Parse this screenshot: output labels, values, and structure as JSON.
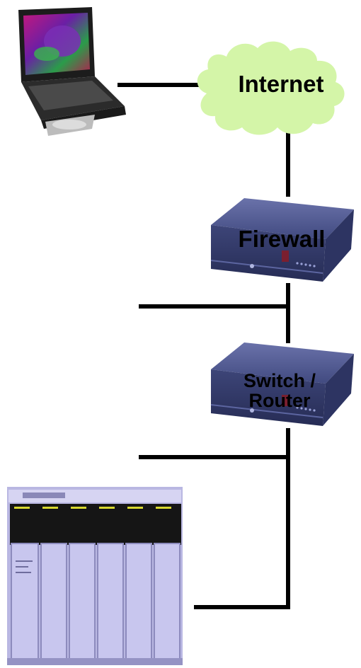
{
  "nodes": {
    "laptop": {
      "label": ""
    },
    "internet": {
      "label": "Internet",
      "color": "#d4f5a8"
    },
    "firewall": {
      "label": "Firewall"
    },
    "switch": {
      "label_line1": "Switch /",
      "label_line2": "Router"
    },
    "plc": {
      "label": ""
    }
  },
  "colors": {
    "line": "#000000",
    "cloud_fill": "#d4f5a8",
    "device_body": "#3a4172",
    "device_top": "#565e96",
    "plc_module": "#c9c7ee",
    "plc_dark": "#151515"
  },
  "icons": [
    "laptop-icon",
    "cloud-icon",
    "firewall-device-icon",
    "switch-router-device-icon",
    "plc-rack-icon"
  ]
}
